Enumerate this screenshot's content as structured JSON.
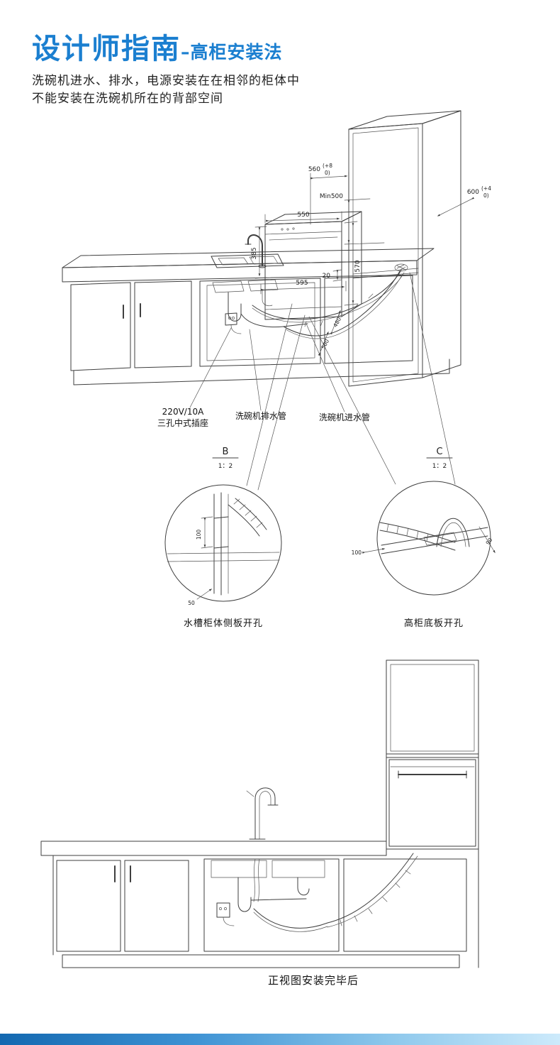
{
  "header": {
    "title": "设计师指南",
    "title_suffix": "–高柜安装法",
    "desc_line1": "洗碗机进水、排水，电源安装在在相邻的柜体中",
    "desc_line2": "不能安装在洗碗机所在的背部空间"
  },
  "iso_view": {
    "dim_560": "560",
    "tol_560_top": "(+8",
    "tol_560_bottom": "0)",
    "dim_min500": "Min500",
    "dim_600": "600",
    "tol_600_top": "(+4",
    "tol_600_bottom": "0)",
    "dim_550": "550",
    "dim_595": "595",
    "dim_570": "570",
    "dim_385": "385",
    "dim_20": "20",
    "dim_480": "480",
    "dim_500": "500",
    "label_socket_line1": "220V/10A",
    "label_socket_line2": "三孔中式插座",
    "label_drain": "洗碗机排水管",
    "label_inlet": "洗碗机进水管"
  },
  "detail_b": {
    "letter": "B",
    "scale": "1：2",
    "dim_100": "100",
    "dim_50": "50",
    "caption": "水槽柜体侧板开孔"
  },
  "detail_c": {
    "letter": "C",
    "scale": "1：2",
    "dim_100": "100",
    "dim_90": "90",
    "caption": "高柜底板开孔"
  },
  "front_view": {
    "caption": "正视图安装完毕后"
  },
  "colors": {
    "accent": "#1b7fd0",
    "line": "#3f3f3f",
    "footer_gradient_left": "#1368b0",
    "footer_gradient_right": "#cdeafb"
  }
}
